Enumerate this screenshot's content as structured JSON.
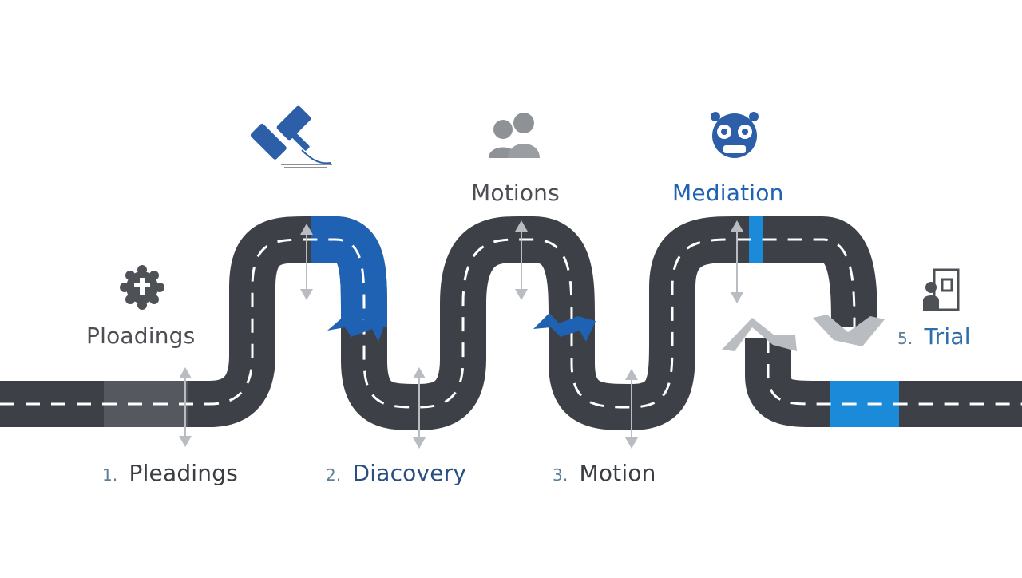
{
  "colors": {
    "road": "#3d4046",
    "road_light": "#55585e",
    "lane": "#ffffff",
    "blue": "#1f62b4",
    "bright_blue": "#1b8ad8",
    "divider": "#b9bcc0",
    "icon_gray": "#8e9297",
    "icon_dark": "#4e5156",
    "icon_blue": "#2c5fa8"
  },
  "labels": {
    "pleadings_top": "Ploadings",
    "motions_top": "Motions",
    "mediation_top": "Mediation",
    "trial_num": "5.",
    "trial_text": "Trial"
  },
  "steps": [
    {
      "num": "1.",
      "text": "Pleadings"
    },
    {
      "num": "2.",
      "text": "Diacovery"
    },
    {
      "num": "3.",
      "text": "Motion"
    }
  ],
  "icons": [
    "gear-badge-icon",
    "gavel-icon",
    "people-icon",
    "mediator-face-icon",
    "trial-door-icon"
  ]
}
